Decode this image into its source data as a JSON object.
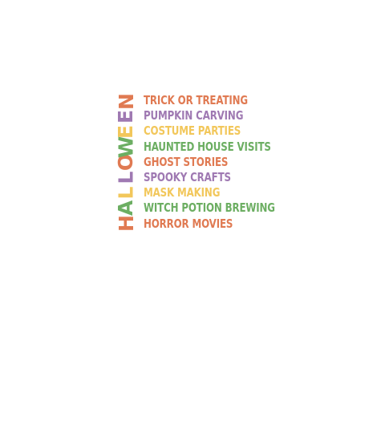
{
  "title_letters": [
    "H",
    "A",
    "L",
    "L",
    "O",
    "W",
    "E",
    "E",
    "N"
  ],
  "title_letter_colors": [
    "#e07a52",
    "#6cae62",
    "#f2c75b",
    "#9f79b2",
    "#e07a52",
    "#6cae62",
    "#f2c75b",
    "#9f79b2",
    "#e07a52"
  ],
  "activities": [
    {
      "text": "TRICK OR TREATING",
      "color": "#e07a52"
    },
    {
      "text": "PUMPKIN CARVING",
      "color": "#9f79b2"
    },
    {
      "text": "COSTUME PARTIES",
      "color": "#f2c75b"
    },
    {
      "text": "HAUNTED HOUSE VISITS",
      "color": "#6cae62"
    },
    {
      "text": "GHOST STORIES",
      "color": "#e07a52"
    },
    {
      "text": "SPOOKY CRAFTS",
      "color": "#9f79b2"
    },
    {
      "text": "MASK MAKING",
      "color": "#f2c75b"
    },
    {
      "text": "WITCH POTION BREWING",
      "color": "#6cae62"
    },
    {
      "text": "HORROR MOVIES",
      "color": "#e07a52"
    }
  ]
}
